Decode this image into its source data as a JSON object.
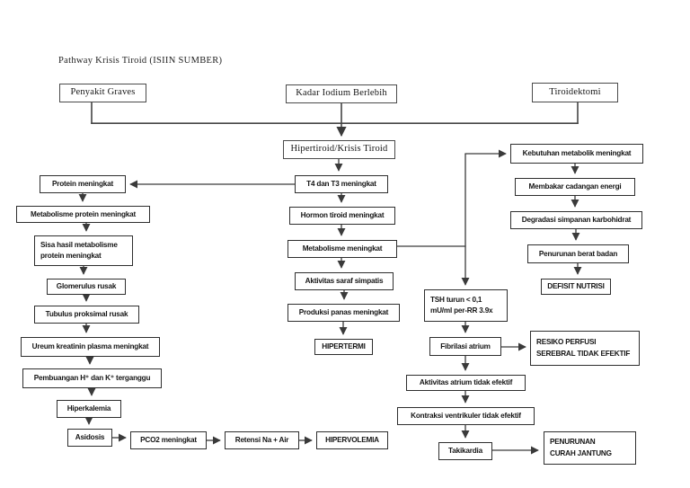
{
  "title": "Pathway Krisis Tiroid (ISIIN SUMBER)",
  "nodes": {
    "penyakit_graves": "Penyakit Graves",
    "kadar_iodium": "Kadar Iodium Berlebih",
    "tiroidektomi": "Tiroidektomi",
    "hipertiroid": "Hipertiroid/Krisis Tiroid",
    "t4_t3": "T4 dan T3 meningkat",
    "hormon_tiroid": "Hormon tiroid meningkat",
    "metabolisme": "Metabolisme meningkat",
    "aktivitas_saraf": "Aktivitas saraf simpatis",
    "produksi_panas": "Produksi panas meningkat",
    "hipertermi": "HIPERTERMI",
    "protein": "Protein meningkat",
    "metabolisme_protein": "Metabolisme protein meningkat",
    "sisa_hasil": "Sisa hasil metabolisme\nprotein meningkat",
    "glomerulus": "Glomerulus rusak",
    "tubulus": "Tubulus proksimal rusak",
    "ureum": "Ureum kreatinin plasma meningkat",
    "pembuangan": "Pembuangan H⁺ dan K⁺ terganggu",
    "hiperkalemia": "Hiperkalemia",
    "asidosis": "Asidosis",
    "pco2": "PCO2 meningkat",
    "retensi": "Retensi Na + Air",
    "hipervolemia": "HIPERVOLEMIA",
    "kebutuhan": "Kebutuhan metabolik meningkat",
    "membakar": "Membakar cadangan energi",
    "degradasi": "Degradasi simpanan karbohidrat",
    "penurunan_berat": "Penurunan berat badan",
    "defisit_nutrisi": "DEFISIT NUTRISI",
    "tsh": "TSH turun < 0,1\nmU/ml per-RR 3.9x",
    "fibrilasi": "Fibrilasi atrium",
    "resiko_perfusi": "RESIKO PERFUSI\nSEREBRAL TIDAK EFEKTIF",
    "aktivitas_atrium": "Aktivitas atrium tidak efektif",
    "kontraksi": "Kontraksi ventrikuler tidak efektif",
    "takikardia": "Takikardia",
    "penurunan_curah": "PENURUNAN\nCURAH JANTUNG"
  }
}
